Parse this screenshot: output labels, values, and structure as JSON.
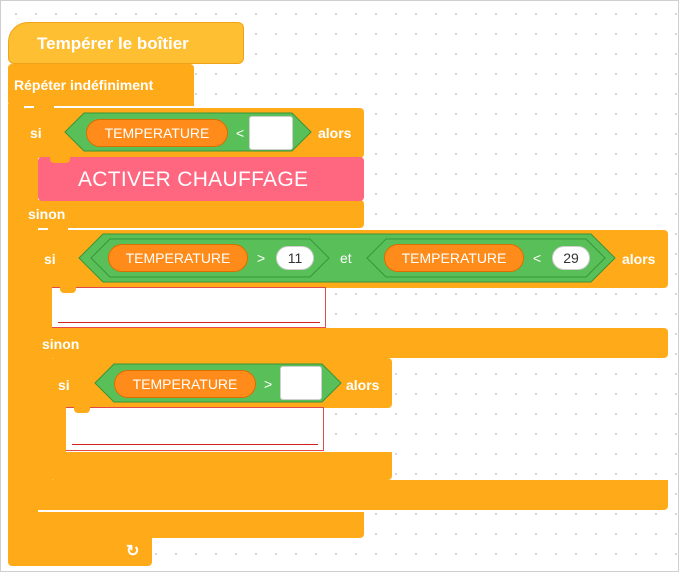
{
  "script": {
    "hat_title": "Tempérer le boîtier",
    "forever_label": "Répéter indéfiniment",
    "loop_arrow_icon": "↻"
  },
  "if1": {
    "si": "si",
    "sensor": "TEMPERATURE",
    "operator": "<",
    "value": "",
    "alors": "alors",
    "action": "ACTIVER CHAUFFAGE",
    "sinon": "sinon"
  },
  "if2": {
    "si": "si",
    "left": {
      "sensor": "TEMPERATURE",
      "operator": ">",
      "value": "11"
    },
    "and_label": "et",
    "right": {
      "sensor": "TEMPERATURE",
      "operator": "<",
      "value": "29"
    },
    "alors": "alors",
    "sinon": "sinon"
  },
  "if3": {
    "si": "si",
    "sensor": "TEMPERATURE",
    "operator": ">",
    "value": "",
    "alors": "alors"
  },
  "colors": {
    "control": "#ffab19",
    "event": "#ffbf33",
    "operator": "#59c059",
    "sensor": "#ff8c1a",
    "action": "#ff6680"
  }
}
